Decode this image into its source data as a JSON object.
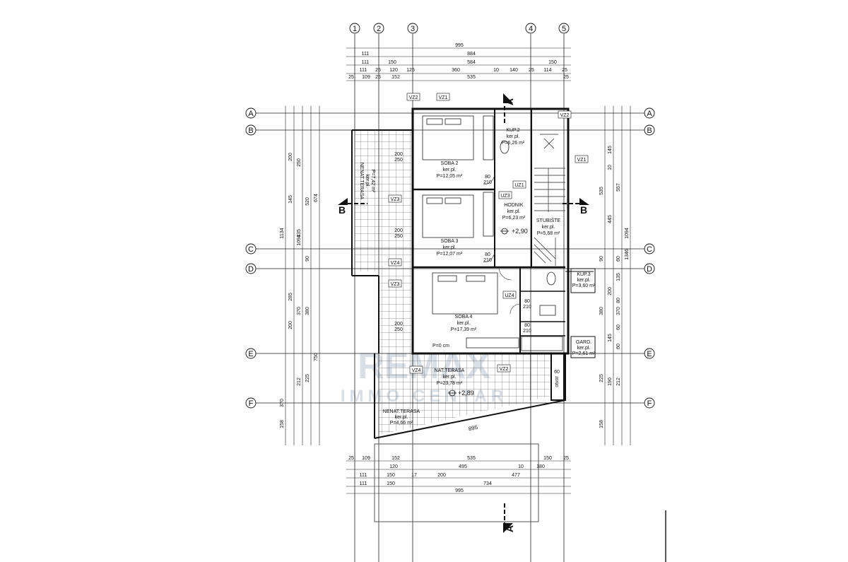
{
  "grid_axes": {
    "columns": [
      "1",
      "2",
      "3",
      "4",
      "5"
    ],
    "rows": [
      "A",
      "B",
      "C",
      "D",
      "E",
      "F"
    ]
  },
  "dims_top": [
    [
      "995"
    ],
    [
      "111",
      "884"
    ],
    [
      "111",
      "150",
      "584",
      "150"
    ],
    [
      "111",
      "25",
      "120",
      "125",
      "360",
      "10",
      "140",
      "25",
      "114",
      "25"
    ],
    [
      "25",
      "109",
      "25",
      "152",
      "535",
      "25"
    ]
  ],
  "dims_bottom": [
    [
      "25",
      "109",
      "152",
      "535",
      "150",
      "25"
    ],
    [
      "120",
      "495",
      "10",
      "180"
    ],
    [
      "111",
      "150",
      "17",
      "200",
      "477"
    ],
    [
      "111",
      "150",
      "734"
    ],
    [
      "995"
    ]
  ],
  "dims_left": {
    "outer": [
      "1134",
      "200",
      "145",
      "335",
      "285",
      "200",
      "370",
      "158"
    ],
    "inner": [
      "674",
      "1094",
      "250",
      "520",
      "90",
      "370",
      "225",
      "212",
      "380",
      "750"
    ]
  },
  "dims_right": {
    "outer": [
      "1346",
      "1094",
      "535",
      "557",
      "445",
      "370",
      "225",
      "212",
      "190",
      "158"
    ],
    "inner": [
      "145",
      "10",
      "90",
      "60",
      "135",
      "200",
      "80",
      "380",
      "60",
      "145",
      "60"
    ]
  },
  "rooms": [
    {
      "name": "SOBA 2",
      "floor": "ker.pl.",
      "area": "P=12,05 m²"
    },
    {
      "name": "SOBA 3",
      "floor": "ker.pl.",
      "area": "P=12,07 m²"
    },
    {
      "name": "SOBA 4",
      "floor": "ker.pl.",
      "area": "P=17,39 m²"
    },
    {
      "name": "HODNIK",
      "floor": "ker.pl.",
      "area": "P=6,23 m²"
    },
    {
      "name": "STUBIŠTE",
      "floor": "ker.pl.",
      "area": "P=5,68 m²"
    },
    {
      "name": "KUP.2",
      "floor": "ker.pl.",
      "area": "P=6,26 m²"
    },
    {
      "name": "KUP.3",
      "floor": "ker.pl.",
      "area": "P=3,60 m²"
    },
    {
      "name": "GARD.",
      "floor": "ker.pl.",
      "area": "P=2,61 m²"
    },
    {
      "name": "NAT.TERASA",
      "floor": "ker.pl.",
      "area": "P=23,78 m²"
    },
    {
      "name": "NENAT.TERASA",
      "floor": "ker.pl.",
      "area": "P=4,66 m²"
    },
    {
      "name": "NENAT.TERASA",
      "floor": "ker.pl.",
      "area": "P=7,42 m²"
    }
  ],
  "levels": [
    "+2,90",
    "+2,89"
  ],
  "tags": [
    "VZ1",
    "VZ2",
    "VZ3",
    "VZ4",
    "UZ1",
    "UZ3",
    "UZ4"
  ],
  "section_marks": [
    "A",
    "B"
  ],
  "misc_labels": {
    "door_a": "80",
    "door_b": "210",
    "door_c": "200",
    "door_d": "250",
    "sill": "P=0 cm",
    "terrace_dim": "895",
    "stair_note": "otvor",
    "small_60": "60"
  },
  "watermark": {
    "line1": "REMAX",
    "line2": "IMMO CENTAR"
  }
}
